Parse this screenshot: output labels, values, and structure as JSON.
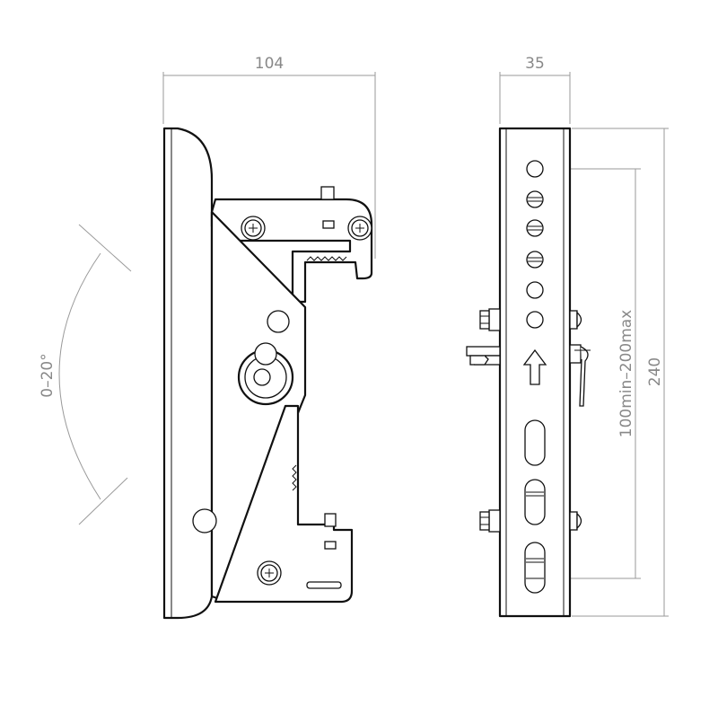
{
  "diagram": {
    "dimensions": {
      "side_width": "104",
      "front_width": "35",
      "height": "240",
      "hole_spacing": "100min–200max",
      "tilt_angle": "0–20°"
    },
    "colors": {
      "outline": "#111111",
      "dimension_line": "#9a9a9a",
      "dimension_text": "#888888",
      "background": "#ffffff"
    }
  }
}
